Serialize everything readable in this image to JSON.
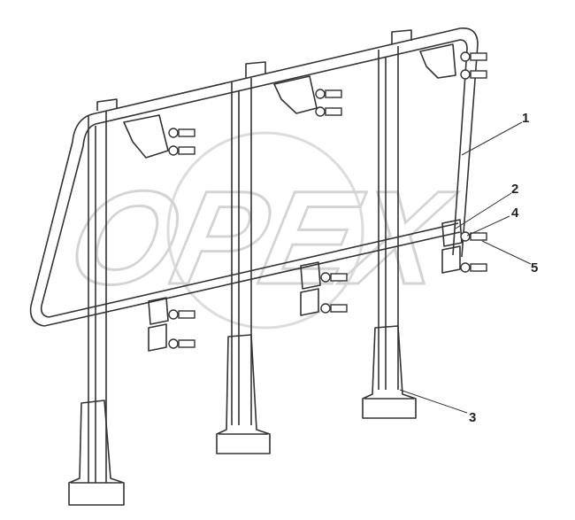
{
  "diagram": {
    "watermark": "OPEX",
    "colors": {
      "line": "#333333",
      "watermark": "#d4d4d4",
      "background": "#ffffff"
    },
    "callouts": [
      {
        "id": "1",
        "label": "1",
        "target": "frame-rail"
      },
      {
        "id": "2",
        "label": "2",
        "target": "bracket"
      },
      {
        "id": "4",
        "label": "4",
        "target": "washer"
      },
      {
        "id": "5",
        "label": "5",
        "target": "bolt"
      },
      {
        "id": "3",
        "label": "3",
        "target": "post-foot"
      }
    ]
  }
}
